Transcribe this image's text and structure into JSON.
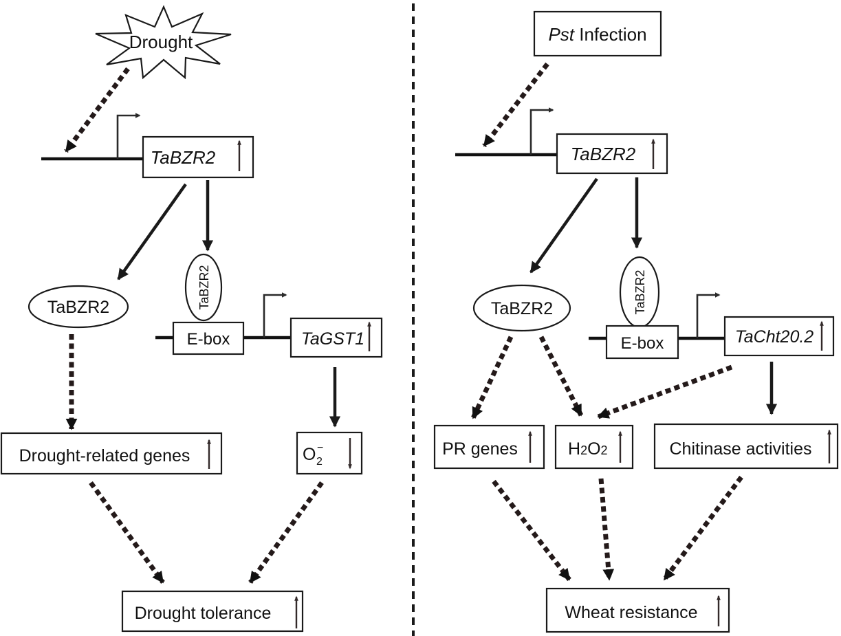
{
  "left_panel": {
    "stimulus": "Drought",
    "gene": "TaBZR2",
    "protein": "TaBZR2",
    "bound_protein": "TaBZR2",
    "ebox": "E-box",
    "target_gene": "TaGST1",
    "outcome_genes": "Drought-related genes",
    "outcome_superoxide": "O",
    "superoxide_super": "−",
    "superoxide_sub": "2",
    "final": "Drought tolerance"
  },
  "right_panel": {
    "stimulus_italic": "Pst",
    "stimulus_rest": "Infection",
    "gene": "TaBZR2",
    "protein": "TaBZR2",
    "bound_protein": "TaBZR2",
    "ebox": "E-box",
    "target_gene": "TaCht20.2",
    "outcome_pr": "PR genes",
    "h2o2_h": "H",
    "h2o2_sub1": "2",
    "h2o2_o": "O",
    "h2o2_sub2": "2",
    "outcome_chitinase": "Chitinase activities",
    "final": "Wheat resistance"
  },
  "colors": {
    "line": "#111111",
    "dashed_arrow": "#241a1a",
    "indicator_arrow": "#332a2a"
  }
}
